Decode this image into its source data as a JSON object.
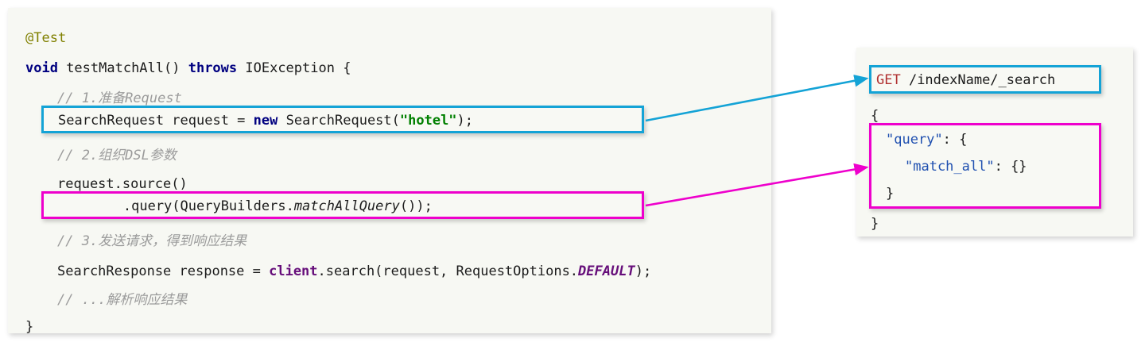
{
  "code_panel": {
    "language": "java",
    "lines": [
      {
        "id": "l1",
        "text": "@Test"
      },
      {
        "id": "l2",
        "text": "void testMatchAll() throws IOException {"
      },
      {
        "id": "l3",
        "text": "    // 1.准备Request"
      },
      {
        "id": "l4",
        "text": "    SearchRequest request = new SearchRequest(\"hotel\");"
      },
      {
        "id": "l5",
        "text": "    // 2.组织DSL参数"
      },
      {
        "id": "l6",
        "text": "    request.source()"
      },
      {
        "id": "l7",
        "text": "            .query(QueryBuilders.matchAllQuery());"
      },
      {
        "id": "l8",
        "text": "    // 3.发送请求，得到响应结果"
      },
      {
        "id": "l9",
        "text": "    SearchResponse response = client.search(request, RequestOptions.DEFAULT);"
      },
      {
        "id": "l10",
        "text": "    // ...解析响应结果"
      },
      {
        "id": "l11",
        "text": "}"
      }
    ],
    "tokens": {
      "annotation_test": "@Test",
      "kw_void": "void",
      "method_name": " testMatchAll() ",
      "kw_throws": "throws",
      "exception_type": " IOException {",
      "comment_1": "// 1.准备Request",
      "comment_2": "// 2.组织DSL参数",
      "comment_3": "// 3.发送请求，得到响应结果",
      "comment_4": "// ...解析响应结果",
      "line_source": "    request.source()",
      "resp_decl": "    SearchResponse response = ",
      "resp_client": "client",
      "resp_mid": ".search(request, RequestOptions.",
      "resp_default": "DEFAULT",
      "resp_end": ");",
      "close_brace": "}"
    }
  },
  "highlight_cyan": {
    "color": "#14a3d6",
    "code_text_pre": "SearchRequest request = ",
    "code_kw_new": "new",
    "code_text_mid": " SearchRequest(",
    "code_string": "\"hotel\"",
    "code_text_end": ");"
  },
  "highlight_magenta": {
    "color": "#ee00cc",
    "code_text_pre": "        .query(QueryBuilders.",
    "code_method": "matchAllQuery",
    "code_text_end": "());"
  },
  "dsl_panel": {
    "request_verb": "GET",
    "request_path": " /indexName/_search",
    "brace_open": "{",
    "query_key": "\"query\"",
    "query_colon": ": {",
    "match_all_key": "\"match_all\"",
    "match_all_value": ": {}",
    "inner_close": "}",
    "brace_close": "}"
  },
  "arrows": [
    {
      "id": "arrow-cyan",
      "color": "#14a3d6",
      "from": "highlight-cyan-code-box",
      "to": "dsl-request-line-box"
    },
    {
      "id": "arrow-magenta",
      "color": "#ee00cc",
      "from": "highlight-magenta-code-box",
      "to": "dsl-query-block-box"
    }
  ],
  "colors": {
    "panel_bg": "#f7f8f3",
    "keyword": "#000080",
    "annotation": "#808000",
    "string": "#008000",
    "comment": "#9b9b9b",
    "field": "#660e7a",
    "json_key": "#2050b0",
    "http_verb": "#b03030",
    "accent_cyan": "#14a3d6",
    "accent_magenta": "#ee00cc"
  }
}
